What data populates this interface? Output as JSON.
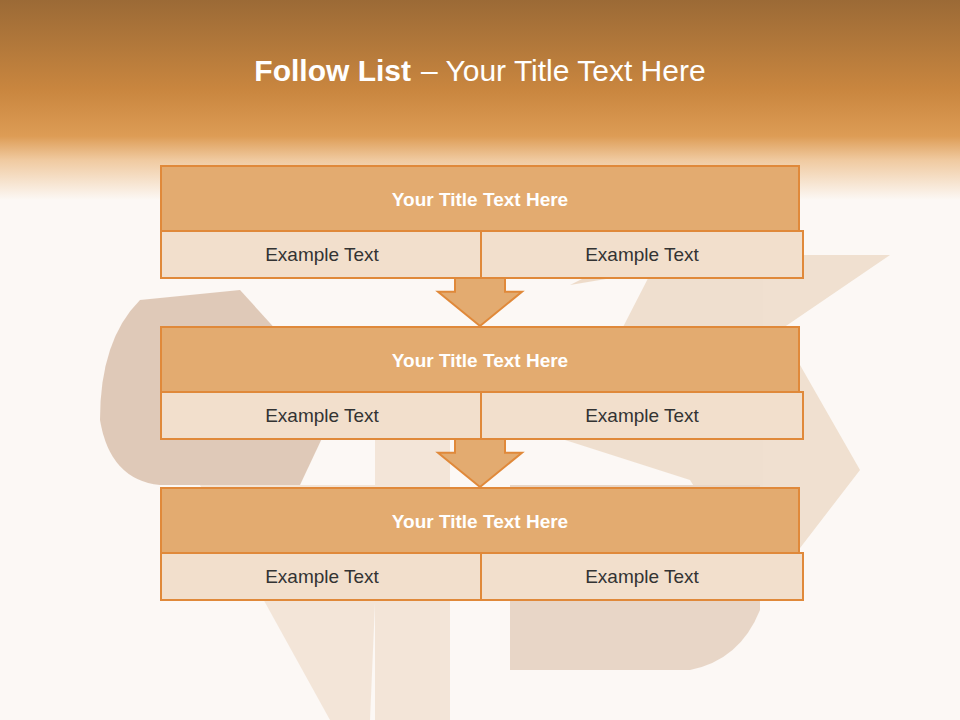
{
  "diagram": {
    "title": "Follow List",
    "nodes": [
      {
        "text": [
          "Your Title Text Here"
        ]
      },
      {
        "text": [
          "Example Text"
        ],
        "in": 0
      },
      {
        "text": [
          "Example Text"
        ],
        "in": 0
      },
      {
        "text": [
          "Your Title Text Here"
        ]
      },
      {
        "text": [
          "Example Text"
        ],
        "in": 3
      },
      {
        "text": [
          "Example Text"
        ],
        "in": 3
      },
      {
        "text": [
          "Your Title Text Here"
        ]
      },
      {
        "text": [
          "Example Text"
        ],
        "in": 6
      },
      {
        "text": [
          "Example Text"
        ],
        "in": 6
      }
    ],
    "edges": [
      {
        "from": 0,
        "to": 3,
        "arrow": "to"
      },
      {
        "from": 3,
        "to": 6,
        "arrow": "to"
      }
    ],
    "labels": [
      "– Your Title Text Here"
    ]
  }
}
